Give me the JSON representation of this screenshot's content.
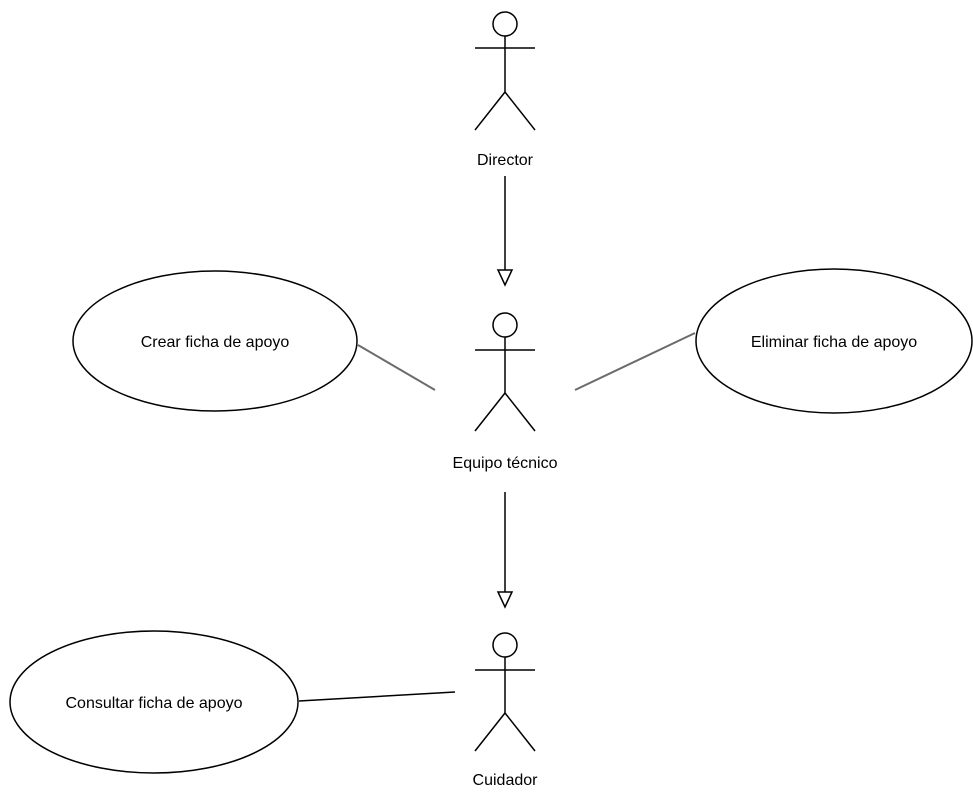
{
  "diagram": {
    "actors": {
      "director": {
        "label": "Director"
      },
      "equipo": {
        "label": "Equipo técnico"
      },
      "cuidador": {
        "label": "Cuidador"
      }
    },
    "use_cases": {
      "crear": {
        "label": "Crear ficha de apoyo"
      },
      "eliminar": {
        "label": "Eliminar ficha de apoyo"
      },
      "consultar": {
        "label": "Consultar ficha de apoyo"
      }
    },
    "relations": [
      {
        "from": "Director",
        "to": "Equipo técnico",
        "type": "generalization"
      },
      {
        "from": "Equipo técnico",
        "to": "Cuidador",
        "type": "generalization"
      },
      {
        "from": "Equipo técnico",
        "to": "Crear ficha de apoyo",
        "type": "association"
      },
      {
        "from": "Equipo técnico",
        "to": "Eliminar ficha de apoyo",
        "type": "association"
      },
      {
        "from": "Cuidador",
        "to": "Consultar ficha de apoyo",
        "type": "association"
      }
    ],
    "colors": {
      "stroke": "#000000",
      "association": "#6b6b6b",
      "background": "#ffffff"
    }
  }
}
